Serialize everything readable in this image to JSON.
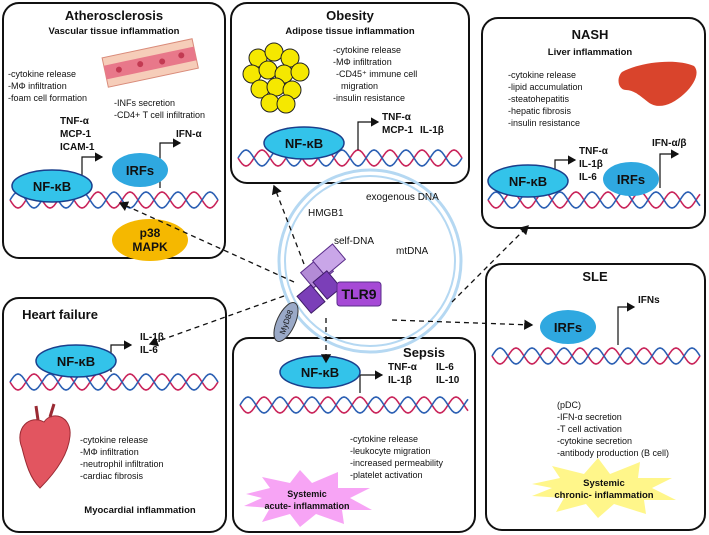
{
  "center": {
    "tlr9": "TLR9",
    "myd88": "MyD88",
    "ligands": [
      "HMGB1",
      "exogenous DNA",
      "self-DNA",
      "mtDNA"
    ]
  },
  "panels": {
    "atherosclerosis": {
      "title": "Atherosclerosis",
      "subtitle": "Vascular tissue inflammation",
      "effects_left": [
        "-cytokine release",
        "-MΦ infiltration",
        "-foam cell formation"
      ],
      "effects_right": [
        "-INFs secretion",
        "-CD4+ T cell infiltration"
      ],
      "genes_nfkb": [
        "TNF-α",
        "MCP-1",
        "ICAM-1"
      ],
      "genes_irf": "IFN-α",
      "nfkb": "NF-κB",
      "irf": "IRFs",
      "p38_line1": "p38",
      "p38_line2": "MAPK"
    },
    "obesity": {
      "title": "Obesity",
      "subtitle": "Adipose tissue inflammation",
      "effects": [
        "-cytokine release",
        "-MΦ infiltration",
        "-CD45⁺ immune cell",
        "migration",
        "-insulin resistance"
      ],
      "genes_col1": [
        "TNF-α",
        "MCP-1"
      ],
      "genes_col2": "IL-1β",
      "nfkb": "NF-κB"
    },
    "nash": {
      "title": "NASH",
      "subtitle": "Liver inflammation",
      "effects": [
        "-cytokine release",
        "-lipid accumulation",
        "-steatohepatitis",
        "-hepatic fibrosis",
        "-insulin resistance"
      ],
      "genes_nfkb": [
        "TNF-α",
        "IL-1β",
        "IL-6"
      ],
      "genes_irf": "IFN-α/β",
      "nfkb": "NF-κB",
      "irf": "IRFs"
    },
    "heart_failure": {
      "title": "Heart failure",
      "genes": [
        "IL-1β",
        "IL-6"
      ],
      "effects": [
        "-cytokine release",
        "-MΦ infiltration",
        "-neutrophil infiltration",
        "-cardiac fibrosis"
      ],
      "footer": "Myocardial inflammation",
      "nfkb": "NF-κB"
    },
    "sepsis": {
      "title": "Sepsis",
      "genes_col1": [
        "TNF-α",
        "IL-1β"
      ],
      "genes_col2": [
        "IL-6",
        "IL-10"
      ],
      "effects": [
        "-cytokine release",
        "-leukocyte migration",
        "-increased permeability",
        "-platelet activation"
      ],
      "burst_line1": "Systemic",
      "burst_line2": "acute- inflammation",
      "nfkb": "NF-κB"
    },
    "sle": {
      "title": "SLE",
      "genes": "IFNs",
      "effects": [
        "(pDC)",
        "-IFN-α secretion",
        "-T cell activation",
        "-cytokine secretion",
        "-antibody production (B cell)"
      ],
      "burst_line1": "Systemic",
      "burst_line2": "chronic- inflammation",
      "irf": "IRFs"
    }
  },
  "colors": {
    "nfkb_fill": "#33c3ea",
    "irf_fill": "#2fa8e0",
    "tlr9_fill": "#a64ad6",
    "p38_fill": "#f5b800",
    "burst_fill": "#f7a4f5",
    "sle_burst_fill": "#fff68a",
    "dna_red": "#c9245a",
    "dna_blue": "#2b5fb3",
    "liver": "#d9442c",
    "fat": "#f5e800",
    "heart": "#e25560"
  }
}
